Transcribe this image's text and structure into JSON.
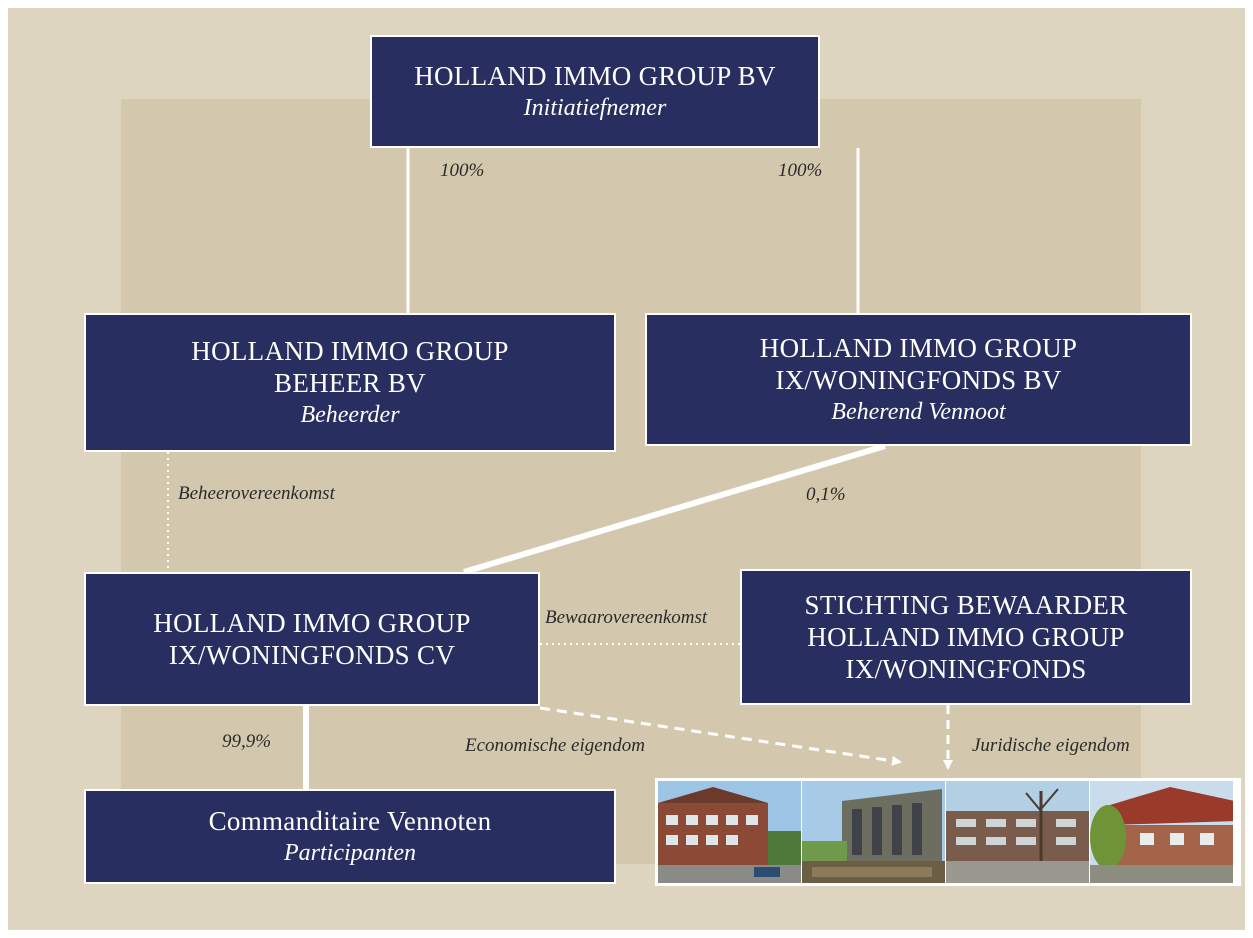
{
  "boxes": {
    "top": {
      "name": "HOLLAND IMMO GROUP BV",
      "role": "Initiatiefnemer"
    },
    "beheer": {
      "line1": "HOLLAND IMMO GROUP",
      "line2": "BEHEER BV",
      "role": "Beheerder"
    },
    "woningfonds_bv": {
      "line1": "HOLLAND IMMO GROUP",
      "line2": "IX/WONINGFONDS BV",
      "role": "Beherend Vennoot"
    },
    "cv": {
      "line1": "HOLLAND IMMO GROUP",
      "line2": "IX/WONINGFONDS CV"
    },
    "stichting": {
      "line1": "STICHTING BEWAARDER",
      "line2": "HOLLAND IMMO GROUP",
      "line3": "IX/WONINGFONDS"
    },
    "commanditaire": {
      "name": "Commanditaire Vennoten",
      "role": "Participanten"
    }
  },
  "labels": {
    "pct_left": "100%",
    "pct_right": "100%",
    "beheerovereenkomst": "Beheerovereenkomst",
    "pct_01": "0,1%",
    "bewaarovereenkomst": "Bewaarovereenkomst",
    "pct_999": "99,9%",
    "economische": "Economische eigendom",
    "juridische": "Juridische eigendom"
  },
  "colors": {
    "outer_bg": "#ded5c1",
    "inner_bg": "#d3c8ad",
    "box_fill": "#282e5f",
    "box_text": "#ffffff",
    "connector": "#ffffff",
    "label_text": "#2a2a2a"
  }
}
